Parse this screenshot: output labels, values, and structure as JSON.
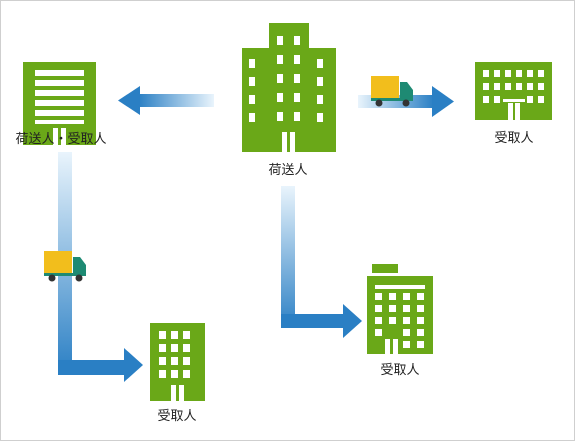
{
  "colors": {
    "building": "#6aa818",
    "window": "#ffffff",
    "arrow_dark": "#2a7fc4",
    "arrow_light": "#e9f4fc",
    "truck_cargo": "#f2be1c",
    "truck_cab": "#1e8a73",
    "frame_border": "#cfcfcf",
    "text": "#222222"
  },
  "nodes": {
    "shipper": {
      "label": "荷送人",
      "icon": "office-tower-icon"
    },
    "shipper_receiver": {
      "label": "荷送人・受取人",
      "icon": "office-building-icon"
    },
    "receiver_right": {
      "label": "受取人",
      "icon": "apartment-building-icon"
    },
    "receiver_bottom_left": {
      "label": "受取人",
      "icon": "small-office-building-icon"
    },
    "receiver_bottom_center": {
      "label": "受取人",
      "icon": "tall-building-with-sign-icon"
    }
  },
  "edges": [
    {
      "from": "shipper",
      "to": "shipper_receiver",
      "truck": false
    },
    {
      "from": "shipper",
      "to": "receiver_right",
      "truck": true
    },
    {
      "from": "shipper",
      "to": "receiver_bottom_center",
      "truck": false
    },
    {
      "from": "shipper_receiver",
      "to": "receiver_bottom_left",
      "truck": true
    }
  ]
}
